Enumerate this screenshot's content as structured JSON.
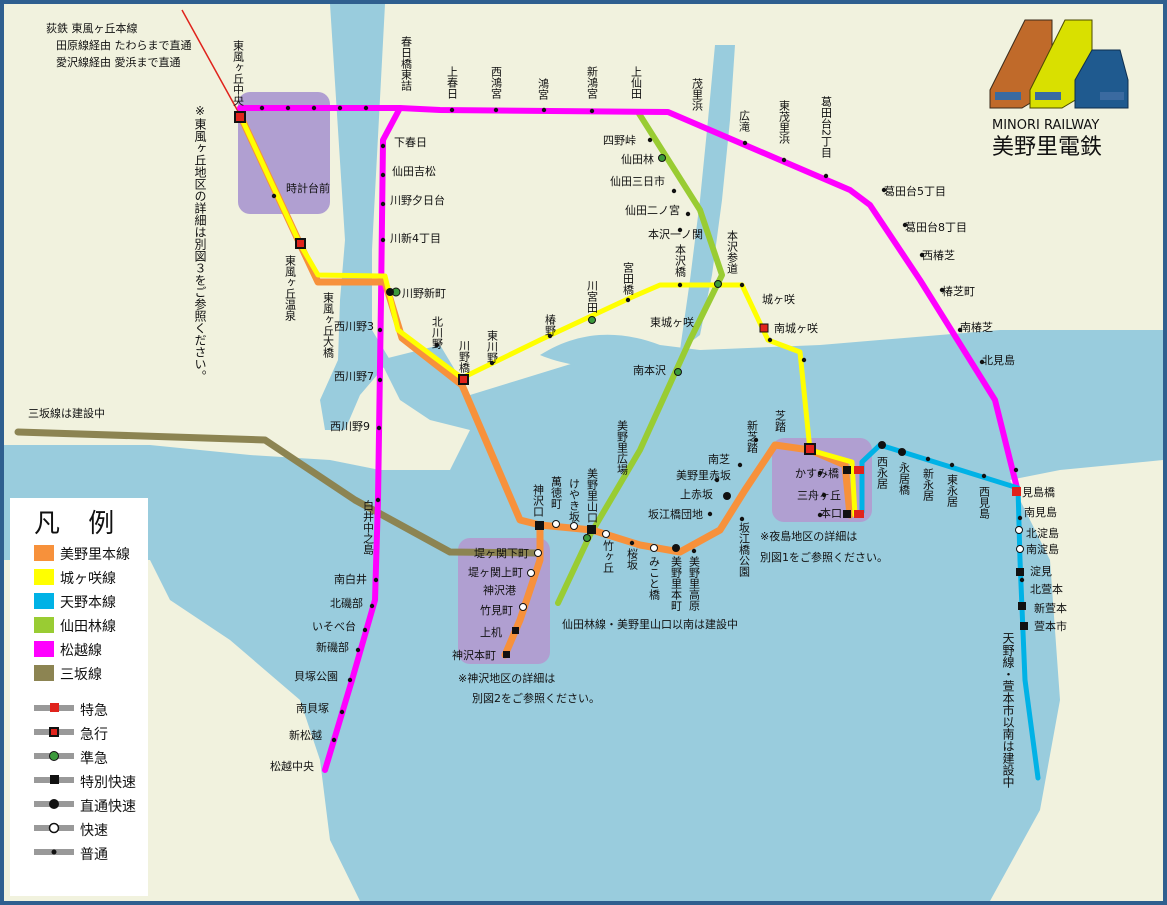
{
  "brand": {
    "name_en": "MINORI RAILWAY",
    "name_jp": "美野里電鉄",
    "logo_colors": [
      "#c06a2a",
      "#d9e000",
      "#1f5a8f"
    ]
  },
  "top_note": {
    "line1": "荻鉄 東風ヶ丘本線",
    "line2": "田原線経由 たわらまで直通",
    "line3": "愛沢線経由 愛浜まで直通"
  },
  "notes": {
    "kochigaoka": "※東風ヶ丘地区の詳細は別図３をご参照ください。",
    "yoshima_1": "※夜島地区の詳細は",
    "yoshima_2": "別図1をご参照ください。",
    "kanzawa_1": "※神沢地区の詳細は",
    "kanzawa_2": "別図2をご参照ください。",
    "sanzaka": "三坂線は建設中",
    "sendabayashi": "仙田林線・美野里山口以南は建設中",
    "tenno": "天野線・萱本市以南は建設中"
  },
  "legend": {
    "title": "凡 例",
    "lines": [
      {
        "label": "美野里本線",
        "color": "#f7913b"
      },
      {
        "label": "城ヶ咲線",
        "color": "#ffff00"
      },
      {
        "label": "天野本線",
        "color": "#00b2e6"
      },
      {
        "label": "仙田林線",
        "color": "#99cc33"
      },
      {
        "label": "松越線",
        "color": "#ff00ff"
      },
      {
        "label": "三坂線",
        "color": "#8c8452"
      }
    ],
    "types": [
      {
        "label": "特急",
        "marker": "red-square"
      },
      {
        "label": "急行",
        "marker": "red-outlined-square"
      },
      {
        "label": "準急",
        "marker": "green-circle"
      },
      {
        "label": "特別快速",
        "marker": "black-square"
      },
      {
        "label": "直通快速",
        "marker": "black-circle"
      },
      {
        "label": "快速",
        "marker": "white-circle"
      },
      {
        "label": "普通",
        "marker": "black-dot"
      }
    ]
  },
  "stations": {
    "higashi_kochigaoka_chuo": "東風ヶ丘中央",
    "tokeidaimae": "時計台前",
    "kochigaoka_onsen": "東風ヶ丘温泉",
    "higashi_kochigaoka_ohashi": "東風ヶ丘大橋",
    "kawano_shinmachi": "川野新町",
    "nishi_kawano_3": "西川野3",
    "nishi_kawano_7": "西川野7",
    "nishi_kawano_9": "西川野9",
    "kitakawano": "北川野",
    "kawanobashi": "川野橋",
    "higashi_kawano": "東川野",
    "tsubakino": "椿野",
    "kawamiyata": "川宮田",
    "kamiyatabashi": "宮田橋",
    "honzawabashi": "本沢橋",
    "honzawa_sando": "本沢参道",
    "jogasaki": "城ヶ咲",
    "minami_jogasaki": "南城ヶ咲",
    "kasumibashi": "かすみ橋",
    "mifunegaoka": "三舟ヶ丘",
    "honguchi": "本口",
    "shibafumi": "芝踏",
    "shin_shibafumi": "新芝踏",
    "minamishiba": "南芝",
    "minori_akasaka": "美野里赤坂",
    "kami_akasaka": "上赤坂",
    "sakaebashi_danchi": "坂江橋団地",
    "sakaebashi_koen": "坂江橋公園",
    "minori_takahara": "美野里高原",
    "minori_honmachi": "美野里本町",
    "mikotobashi": "みこと橋",
    "sakurazaka": "桜坂",
    "takegaoka": "竹ヶ丘",
    "minori_yamaguchi": "美野里山口",
    "keyakizaka": "けやき坂",
    "kanzawa_machi": "萬徳町",
    "kanzawaguchi": "神沢口",
    "tsutsumigaseki_shimomachi": "堤ヶ関下町",
    "tsutsumigaseki_kamimachi": "堤ヶ関上町",
    "kanzawako": "神沢港",
    "takemimachi": "竹見町",
    "kamiki": "上机",
    "kanzawa_honmachi": "神沢本町",
    "kasuga_bashi_higashi": "春日橋東詰",
    "kami_kasuga": "上春日",
    "nishi_tomiya": "西鴻宮",
    "tomiya": "鴻宮",
    "shin_tomiya": "新鴻宮",
    "kami_senda": "上仙田",
    "mogahama": "茂里浜",
    "hirotaki": "広滝",
    "higashi_mogahama": "東茂里浜",
    "kuzuhadai_2": "葛田台2丁目",
    "kuzuhadai_5": "葛田台5丁目",
    "kuzuhadai_8": "葛田台8丁目",
    "nishi_tsubakishiba": "西椿芝",
    "tsubakishibamachi": "椿芝町",
    "minami_tsubakishiba": "南椿芝",
    "kitamishima": "北見島",
    "mishimabashi": "見島橋",
    "minami_mishima": "南見島",
    "kita_yodojima": "北淀島",
    "minami_yodojima": "南淀島",
    "yodomi": "淀見",
    "kita_kayamoto": "北萱本",
    "shin_kayamoto": "新萱本",
    "kayamoto_shi": "萱本市",
    "nishi_nagai": "西永居",
    "nagaibashi": "永居橋",
    "shin_nagai": "新永居",
    "higashi_nagai": "東永居",
    "nishi_mishima": "西見島",
    "shimo_kasuga": "下春日",
    "senda_yoshimatsu": "仙田吉松",
    "kawano_yuhidai": "川野夕日台",
    "kawashin_4": "川新4丁目",
    "shiroi_nakanoshima": "白井中之島",
    "minami_shiroi": "南白井",
    "kita_isobe": "北磯部",
    "isobedai": "いそべ台",
    "shin_isobe": "新磯部",
    "kaizuka_koen": "貝塚公園",
    "minami_kaizuka": "南貝塚",
    "shin_matsukoshi": "新松越",
    "matsukoshi_chuo": "松越中央",
    "shino_toge": "四野峠",
    "sendabayashi": "仙田林",
    "senda_mikkaichi": "仙田三日市",
    "senda_ninomiya": "仙田二ノ宮",
    "honzawa_ichinomiya": "本沢一ノ関",
    "higashi_jogasaki": "東城ヶ咲",
    "minami_honzawa": "南本沢",
    "minori_hiroba": "美野里広場"
  }
}
